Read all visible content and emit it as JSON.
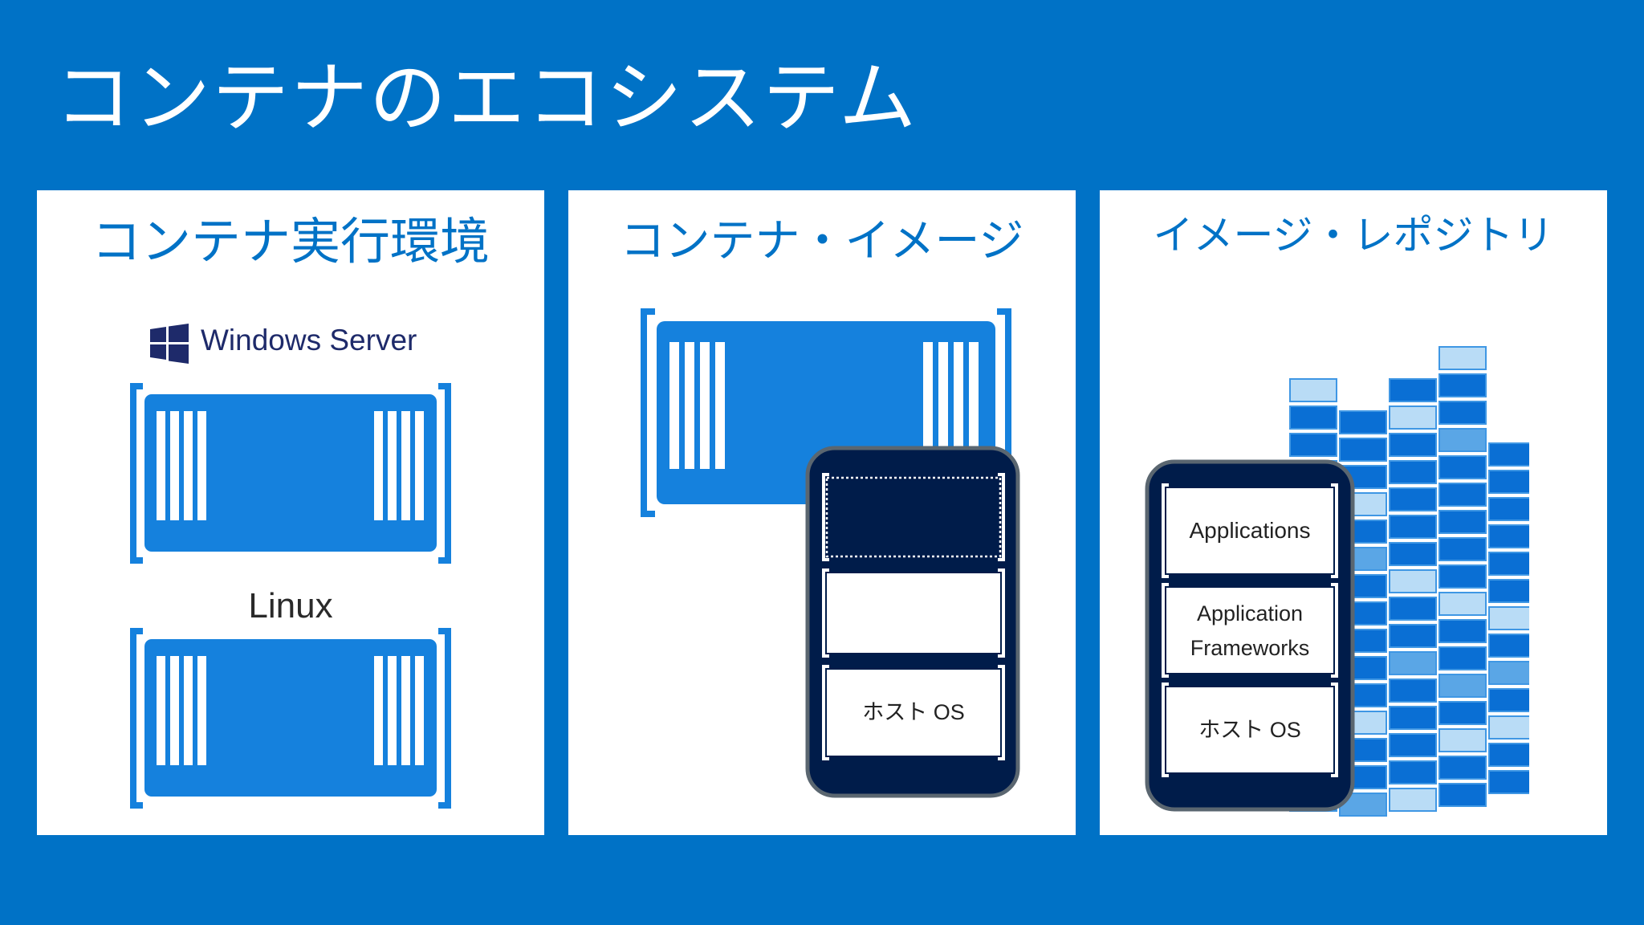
{
  "slide": {
    "title": "コンテナのエコシステム"
  },
  "panels": {
    "runtime": {
      "title": "コンテナ実行環境",
      "windows_logo": "Windows Server",
      "linux_label": "Linux"
    },
    "image": {
      "title": "コンテナ・イメージ",
      "layers": [
        "",
        "",
        "ホスト OS"
      ]
    },
    "repository": {
      "title": "イメージ・レポジトリ",
      "layers": [
        "Applications",
        "Application Frameworks",
        "ホスト OS"
      ]
    }
  },
  "icons": [
    "windows-logo-icon",
    "shipping-container-icon",
    "image-layer-stack-icon",
    "repository-grid-icon"
  ],
  "colors": {
    "background": "#0072c6",
    "panel": "#ffffff",
    "container_blue": "#1581dd",
    "stack_navy": "#001c4a",
    "logo_navy": "#1e2a6a"
  }
}
